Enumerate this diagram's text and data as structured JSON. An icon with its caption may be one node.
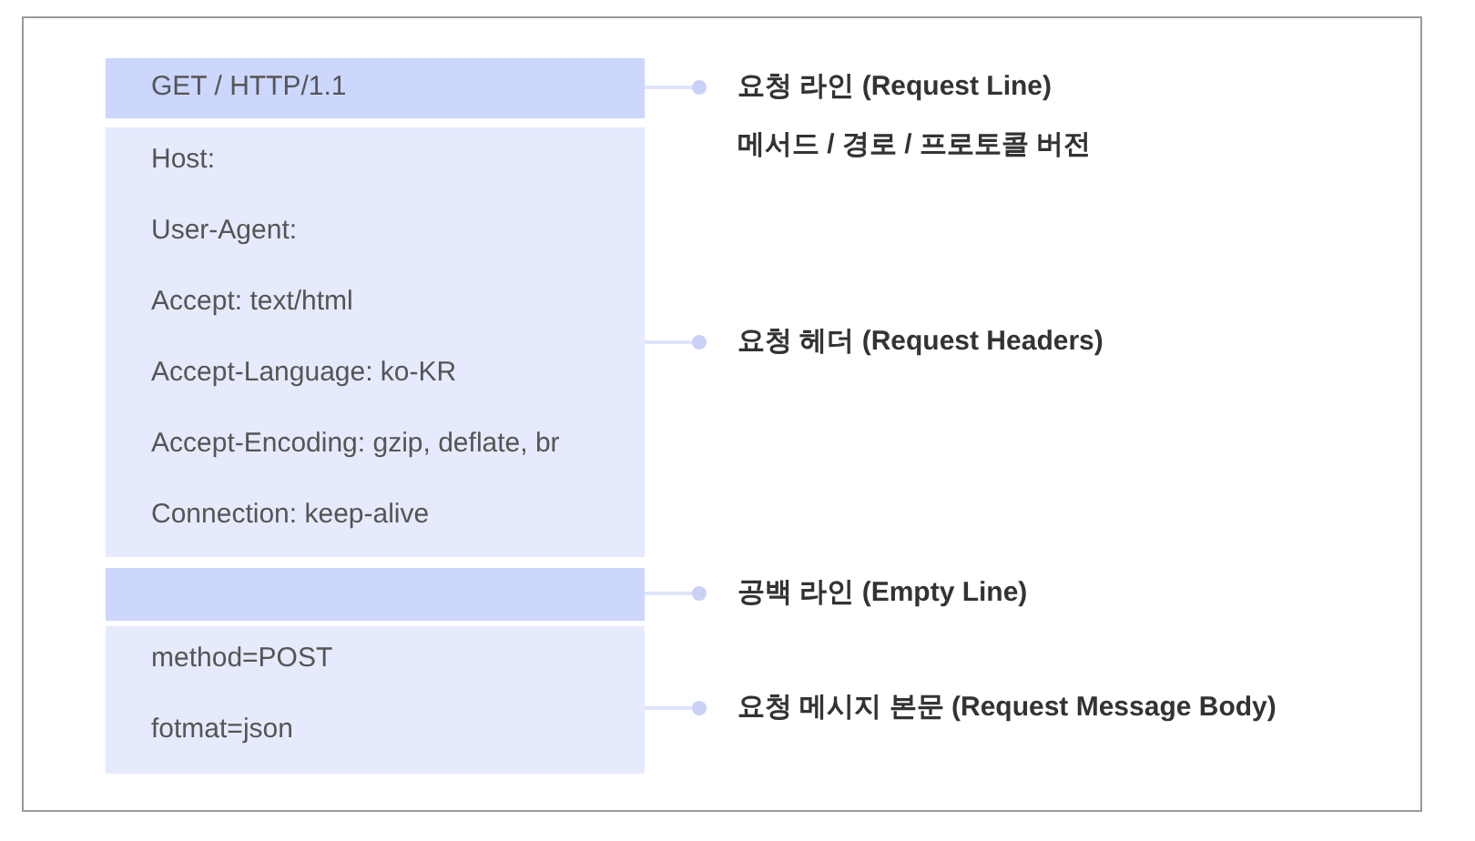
{
  "diagram": {
    "nodes": [
      {
        "text": [
          "GET / HTTP/1.1"
        ]
      },
      {
        "text": [
          "Host:",
          "User-Agent:",
          "Accept: text/html",
          "Accept-Language: ko-KR",
          "Accept-Encoding: gzip, deflate, br",
          "Connection: keep-alive"
        ]
      },
      {
        "text": [],
        "shape": "bar"
      },
      {
        "text": [
          "method=POST",
          "fotmat=json"
        ]
      },
      {
        "text": [
          "요청 라인 (Request Line)",
          "메서드 / 경로 / 프로토콜 버전"
        ]
      },
      {
        "text": [
          "요청 헤더 (Request Headers)"
        ]
      },
      {
        "text": [
          "공백 라인 (Empty Line)"
        ]
      },
      {
        "text": [
          "요청 메시지 본문 (Request Message Body)"
        ]
      }
    ],
    "edges": [
      {
        "from": 0,
        "to": 4,
        "arrow": "other"
      },
      {
        "from": 1,
        "to": 5,
        "arrow": "other"
      },
      {
        "from": 2,
        "to": 6,
        "arrow": "other"
      },
      {
        "from": 3,
        "to": 7,
        "arrow": "other"
      }
    ]
  }
}
